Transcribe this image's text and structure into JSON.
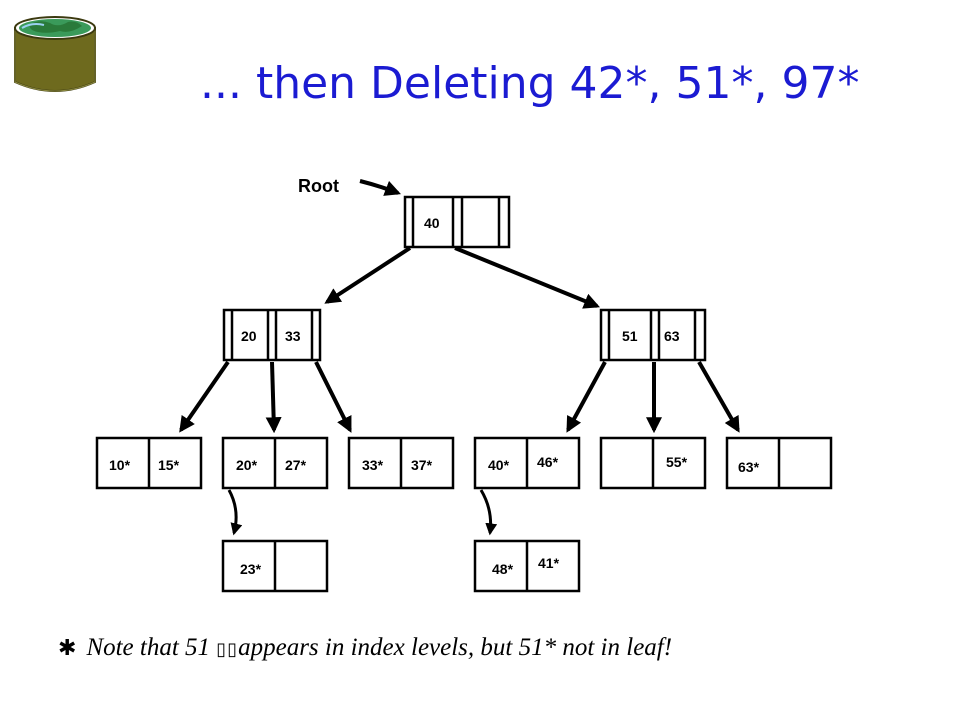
{
  "title": "... then Deleting 42*, 51*, 97*",
  "colors": {
    "title": "#1b1bd2",
    "logo_body": "#6e6a1e",
    "logo_top": "#3a9a5a"
  },
  "root_label": "Root",
  "root_node": [
    "40"
  ],
  "index_left": [
    "20",
    "33"
  ],
  "index_right": [
    "51",
    "63"
  ],
  "leaves": [
    [
      "10*",
      "15*"
    ],
    [
      "20*",
      "27*"
    ],
    [
      "33*",
      "37*"
    ],
    [
      "40*",
      "46*"
    ],
    [
      "",
      "55*"
    ],
    [
      "63*",
      ""
    ]
  ],
  "overflow_pages": [
    [
      "23*",
      ""
    ],
    [
      "48*",
      "41*"
    ]
  ],
  "note": {
    "bullet_icon": "star-icon",
    "text_before": "Note that 51",
    "unrendered": "",
    "text_after": "appears in index levels, but 51* not in leaf!"
  }
}
